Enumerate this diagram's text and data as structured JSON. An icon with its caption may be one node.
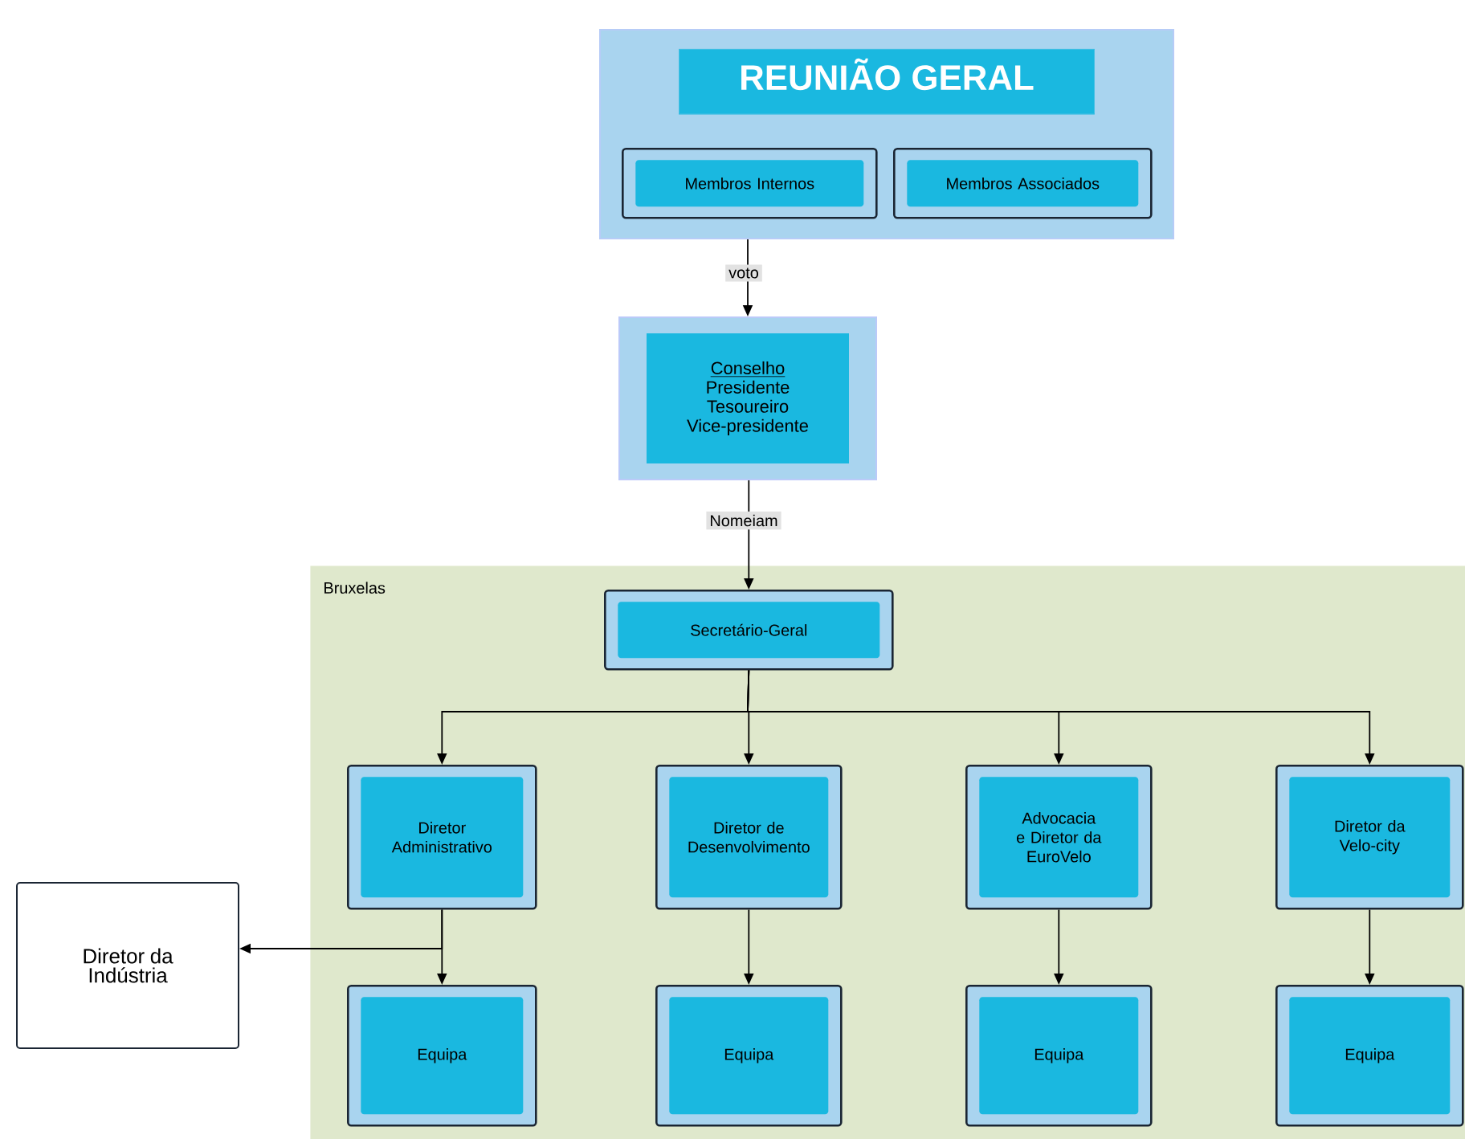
{
  "diagram": {
    "nodes": [
      {
        "text": [
          "REUNIÃO GERAL"
        ]
      },
      {
        "text": [
          "Membros Internos"
        ],
        "in": 0
      },
      {
        "text": [
          "Membros Associados"
        ],
        "in": 0
      },
      {
        "text": [
          "Conselho",
          "Presidente Tesoureiro Vice-presidente"
        ]
      },
      {
        "text": [
          "Bruxelas"
        ]
      },
      {
        "text": [
          "Secretário-Geral"
        ],
        "in": 4
      },
      {
        "text": [
          "Diretor Administrativo"
        ],
        "in": 4
      },
      {
        "text": [
          "Diretor de Desenvolvimento"
        ],
        "in": 4
      },
      {
        "text": [
          "Advocacia e Diretor da EuroVelo"
        ],
        "in": 4
      },
      {
        "text": [
          "Diretor da Velo-city"
        ],
        "in": 4
      },
      {
        "text": [
          "Equipa"
        ],
        "in": 4
      },
      {
        "text": [
          "Equipa"
        ],
        "in": 4
      },
      {
        "text": [
          "Equipa"
        ],
        "in": 4
      },
      {
        "text": [
          "Equipa"
        ],
        "in": 4
      },
      {
        "text": [
          "Diretor da Indústria"
        ]
      }
    ],
    "edges": [
      {
        "from": 0,
        "to": 3,
        "arrow": "to",
        "label": "voto"
      },
      {
        "from": 3,
        "to": 5,
        "arrow": "to",
        "label": "Nomeiam"
      },
      {
        "from": 5,
        "to": 6,
        "arrow": "to"
      },
      {
        "from": 5,
        "to": 7,
        "arrow": "to"
      },
      {
        "from": 5,
        "to": 8,
        "arrow": "to"
      },
      {
        "from": 5,
        "to": 9,
        "arrow": "to"
      },
      {
        "from": 6,
        "to": 10,
        "arrow": "to"
      },
      {
        "from": 7,
        "to": 11,
        "arrow": "to"
      },
      {
        "from": 8,
        "to": 12,
        "arrow": "to"
      },
      {
        "from": 9,
        "to": 13,
        "arrow": "to"
      },
      {
        "from": 6,
        "to": 14,
        "arrow": "to"
      }
    ]
  }
}
